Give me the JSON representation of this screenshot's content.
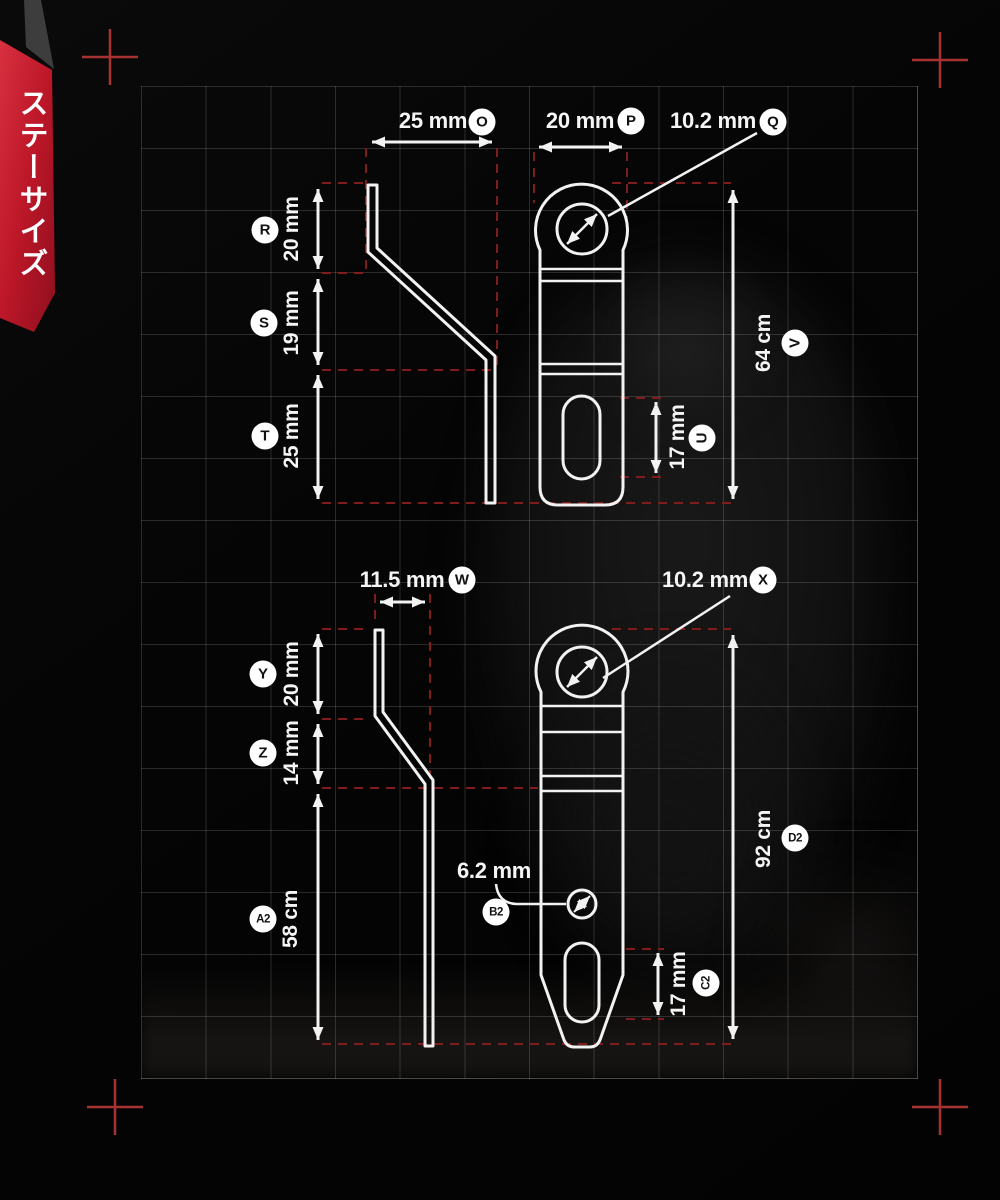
{
  "ribbon": {
    "title": "ステーサイズ"
  },
  "colors": {
    "ribbon_red": "#c01d2e",
    "dashed_red": "#7e1d1d",
    "crosshair_red": "#a83232",
    "line_white": "#f2f2f2",
    "grid_gray": "#2e2e2e",
    "background": "#050505"
  },
  "top_diagram": {
    "flange_width": {
      "text": "25 mm",
      "badge": "O"
    },
    "plate_width": {
      "text": "20 mm",
      "badge": "P"
    },
    "hole_diameter": {
      "text": "10.2 mm",
      "badge": "Q"
    },
    "segment_r": {
      "text": "20 mm",
      "badge": "R"
    },
    "segment_s": {
      "text": "19 mm",
      "badge": "S"
    },
    "segment_t": {
      "text": "25 mm",
      "badge": "T"
    },
    "slot_length": {
      "text": "17 mm",
      "badge": "U"
    },
    "total_height": {
      "text": "64 cm",
      "badge": "V"
    }
  },
  "bottom_diagram": {
    "flange_width": {
      "text": "11.5 mm",
      "badge": "W"
    },
    "hole_diameter": {
      "text": "10.2 mm",
      "badge": "X"
    },
    "segment_y": {
      "text": "20 mm",
      "badge": "Y"
    },
    "segment_z": {
      "text": "14 mm",
      "badge": "Z"
    },
    "segment_a2": {
      "text": "58 cm",
      "badge": "A2"
    },
    "small_hole_diameter": {
      "text": "6.2 mm",
      "badge": "B2"
    },
    "slot_length": {
      "text": "17 mm",
      "badge": "C2"
    },
    "total_height": {
      "text": "92 cm",
      "badge": "D2"
    }
  }
}
